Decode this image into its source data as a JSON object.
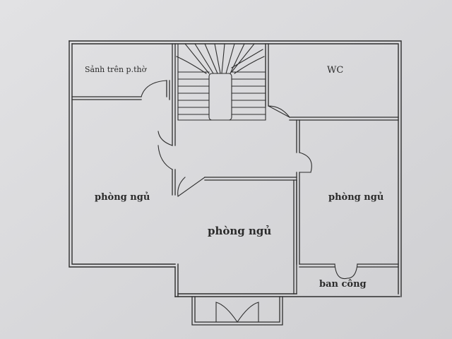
{
  "plan": {
    "rooms": {
      "hall_label": "Sảnh trên p.thờ",
      "wc_label": "WC",
      "bedroom_left_label": "phòng ngủ",
      "bedroom_center_label": "phòng ngủ",
      "bedroom_right_label": "phòng ngủ",
      "balcony_label": "ban công"
    },
    "colors": {
      "paper": "#d9d9db",
      "wall": "#2e2e2e"
    }
  }
}
